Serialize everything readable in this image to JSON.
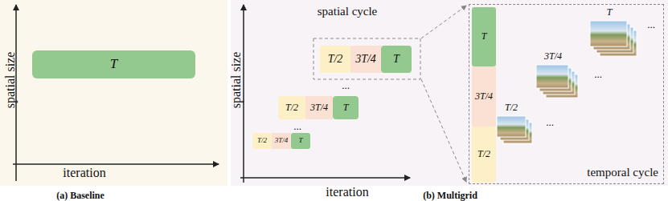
{
  "diagram": {
    "nodes": [
      {
        "text": [
          "T"
        ]
      },
      {
        "text": [
          "T/2"
        ]
      },
      {
        "text": [
          "3T/4"
        ]
      },
      {
        "text": [
          "T"
        ]
      },
      {
        "text": [
          "T/2"
        ]
      },
      {
        "text": [
          "3T/4"
        ]
      },
      {
        "text": [
          "T"
        ]
      },
      {
        "text": [
          "T/2"
        ]
      },
      {
        "text": [
          "3T/4"
        ]
      },
      {
        "text": [
          "T"
        ]
      },
      {
        "text": [
          "temporal cycle"
        ]
      },
      {
        "text": [
          "T"
        ],
        "in": 10
      },
      {
        "text": [
          "3T/4"
        ],
        "in": 10
      },
      {
        "text": [
          "T/2"
        ],
        "in": 10
      }
    ],
    "edges": [],
    "labels": [
      "spatial size",
      "iteration",
      "(a) Baseline",
      "spatial size",
      "iteration",
      "spatial cycle",
      "...",
      "...",
      "T/2",
      "3T/4",
      "T",
      "...",
      "...",
      "...",
      "(b) Multigrid"
    ]
  }
}
